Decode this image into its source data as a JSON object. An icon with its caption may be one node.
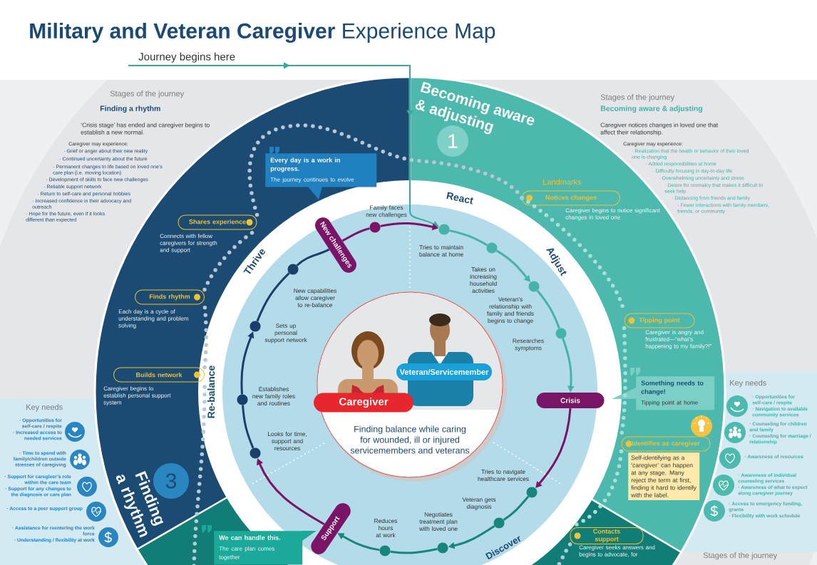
{
  "diagram": {
    "title": "**Military and Veteran Caregiver** Experience Map",
    "nodes": [
      {
        "text": [
          "Journey begins here"
        ]
      },
      {
        "text": [
          "Finding balance while caring for wounded, ill or injured servicemembers and veterans"
        ]
      },
      {
        "text": [
          "Caregiver"
        ],
        "in": 1
      },
      {
        "text": [
          "Veteran/Servicemember"
        ],
        "in": 1
      },
      {
        "text": [],
        "shape": "circle",
        "beside": [
          "Tries to maintain balance at home"
        ]
      },
      {
        "text": [],
        "shape": "circle",
        "beside": [
          "Takes on increasing household activities"
        ]
      },
      {
        "text": [],
        "shape": "circle",
        "beside": [
          "Veteran’s relationship with family and friends begins to change"
        ]
      },
      {
        "text": [],
        "shape": "circle",
        "beside": [
          "Researches symptoms"
        ]
      },
      {
        "text": [
          "Crisis"
        ]
      },
      {
        "text": [],
        "shape": "circle",
        "beside": [
          "Tries to navigate healthcare services"
        ]
      },
      {
        "text": [],
        "shape": "circle",
        "beside": [
          "Veteran gets diagnosis"
        ]
      },
      {
        "text": [],
        "shape": "circle",
        "beside": [
          "Negotiates treatment plan with loved one"
        ]
      },
      {
        "text": [],
        "shape": "circle",
        "beside": [
          "Reduces hours at work"
        ]
      },
      {
        "text": [
          "Support"
        ]
      },
      {
        "text": [],
        "shape": "circle",
        "beside": [
          "Looks for time, support and resources"
        ]
      },
      {
        "text": [],
        "shape": "circle",
        "beside": [
          "Establishes new family roles and routines"
        ]
      },
      {
        "text": [],
        "shape": "circle",
        "beside": [
          "Sets up personal support network"
        ]
      },
      {
        "text": [],
        "shape": "circle",
        "beside": [
          "New capabilities allow caregiver to re-balance"
        ]
      },
      {
        "text": [
          "New challenges"
        ]
      },
      {
        "text": [],
        "shape": "circle",
        "beside": [
          "Family faces new challenges"
        ]
      },
      {
        "text": [
          "Notices changes"
        ],
        "beside": [
          "Caregiver begins to notice significant changes in loved one"
        ]
      },
      {
        "text": [
          "Tipping point"
        ],
        "beside": [
          "Caregiver is angry and frustrated—“what’s happening to my family?!”"
        ]
      },
      {
        "text": [
          "Identifies as caregiver"
        ],
        "beside": [
          "Self-identifying as a ‘caregiver’ can happen at any stage. Many reject the term at first, finding it hard to identify with the label."
        ]
      },
      {
        "text": [
          "Contacts support"
        ],
        "beside": [
          "Caregiver seeks answers and begins to advocate, for"
        ]
      },
      {
        "text": [
          "Builds network"
        ],
        "beside": [
          "Caregiver begins to establish personal support system"
        ]
      },
      {
        "text": [
          "Finds rhythm"
        ],
        "beside": [
          "Each day is a cycle of understanding and problem solving"
        ]
      },
      {
        "text": [
          "Shares experience"
        ],
        "beside": [
          "Connects with fellow caregivers for strength and support"
        ]
      },
      {
        "text": [
          "Every day is a work in progress.",
          "The journey continues to evolve"
        ]
      },
      {
        "text": [
          "Something needs to change!",
          "Tipping point at home"
        ]
      },
      {
        "text": [
          "We can handle this.",
          "The care plan comes together"
        ]
      }
    ],
    "edges": [
      {
        "from": 0,
        "to": 4,
        "arrow": "to",
        "color": "#3aa99e"
      },
      {
        "from": 4,
        "to": 5,
        "arrow": "none",
        "color": "#45b3a8"
      },
      {
        "from": 5,
        "to": 6,
        "arrow": "to",
        "color": "#45b3a8"
      },
      {
        "from": 6,
        "to": 7,
        "arrow": "none",
        "color": "#45b3a8"
      },
      {
        "from": 7,
        "to": 8,
        "arrow": "to",
        "color": "#45b3a8"
      },
      {
        "from": 8,
        "to": 9,
        "arrow": "to",
        "color": "#7a1466"
      },
      {
        "from": 9,
        "to": 10,
        "arrow": "none",
        "color": "#17857c"
      },
      {
        "from": 10,
        "to": 11,
        "arrow": "to",
        "color": "#17857c"
      },
      {
        "from": 11,
        "to": 12,
        "arrow": "none",
        "color": "#17857c"
      },
      {
        "from": 12,
        "to": 13,
        "arrow": "to",
        "color": "#17857c"
      },
      {
        "from": 13,
        "to": 14,
        "arrow": "to",
        "color": "#7a1466"
      },
      {
        "from": 14,
        "to": 15,
        "arrow": "none",
        "color": "#1b3f6b"
      },
      {
        "from": 15,
        "to": 16,
        "arrow": "to",
        "color": "#1b3f6b"
      },
      {
        "from": 16,
        "to": 17,
        "arrow": "none",
        "color": "#1b3f6b"
      },
      {
        "from": 17,
        "to": 18,
        "arrow": "none",
        "color": "#1b3f6b"
      },
      {
        "from": 18,
        "to": 19,
        "arrow": "none",
        "color": "#7a1466"
      },
      {
        "from": 19,
        "to": 4,
        "arrow": "to",
        "color": "#7a1466"
      },
      {
        "from": 20,
        "to": 21,
        "arrow": "none",
        "style": "dashed",
        "color": "#a9e0da"
      },
      {
        "from": 21,
        "to": 22,
        "arrow": "none",
        "style": "dashed",
        "color": "#a9e0da"
      },
      {
        "from": 22,
        "to": 23,
        "arrow": "none",
        "style": "dashed",
        "color": "#a9e0da"
      },
      {
        "from": 23,
        "to": 24,
        "arrow": "none",
        "style": "dashed",
        "color": "#b5ccd8"
      },
      {
        "from": 24,
        "to": 25,
        "arrow": "none",
        "style": "dashed",
        "color": "#b8c7d6"
      },
      {
        "from": 25,
        "to": 26,
        "arrow": "none",
        "style": "dashed",
        "color": "#b8c7d6"
      },
      {
        "from": 26,
        "to": 20,
        "arrow": "none",
        "style": "dashed",
        "color": "#b8c7d6"
      }
    ],
    "labels": [
      "Stages of the journey",
      "Finding a rhythm",
      "‘Crisis stage’ has ended and caregiver begins to establish a new normal.",
      "Caregiver may experience:",
      "· Grief or anger about their new reality",
      "· Continued uncertainty about the future",
      "· Permanent changes to life based on loved one’s care plan (i.e. moving location)",
      "· Development of skills to face new challenges",
      "· Reliable support network",
      "· Return to self-care and personal hobbies",
      "· Increased confidence in their advocacy and outreach",
      "· Hope for the future, even if it looks different than expected",
      "Becoming aware & adjusting",
      "1",
      "Stages of the journey",
      "Becoming aware & adjusting",
      "Caregiver notices changes in loved one that affect their relationship.",
      "Caregiver may experience:",
      "· Realization that the health or behavior of their loved one is changing",
      "· Added responsibilities at home",
      "· Difficulty focusing in day-to-day life",
      "· Overwhelming uncertainty and stress",
      "· Desire for normalcy that makes it difficult to seek help",
      "· Distancing from friends and family",
      "· Fewer interactions with family members, friends, or community",
      "Landmarks",
      "React",
      "Thrive",
      "Adjust",
      "Re-balance",
      "Key needs",
      "· Opportunities for self-care / respite",
      "· Navigation to available community services",
      "· Counseling for children and family",
      "· Counseling for marriage / relationship",
      "· Awareness of resources",
      "· Awareness of individual counseling services",
      "· Awareness of what to expect along caregiver journey",
      "· Access to emergency funding, grants",
      "· Flexibility with work schedule",
      "Key needs",
      "· Opportunities for self-care / respite",
      "· Increased access to needed services",
      "· Time to spend with family/children outside stresses of caregiving",
      "· Support for caregiver’s role within the care team",
      "· Support for any changes to the diagnosis or care plan",
      "· Access to a peer support group",
      "· Assistance for reentering the work force",
      "· Understanding / flexibility at work",
      "Finding a rhythm",
      "3",
      "Discover",
      "Stages of the journey"
    ]
  }
}
